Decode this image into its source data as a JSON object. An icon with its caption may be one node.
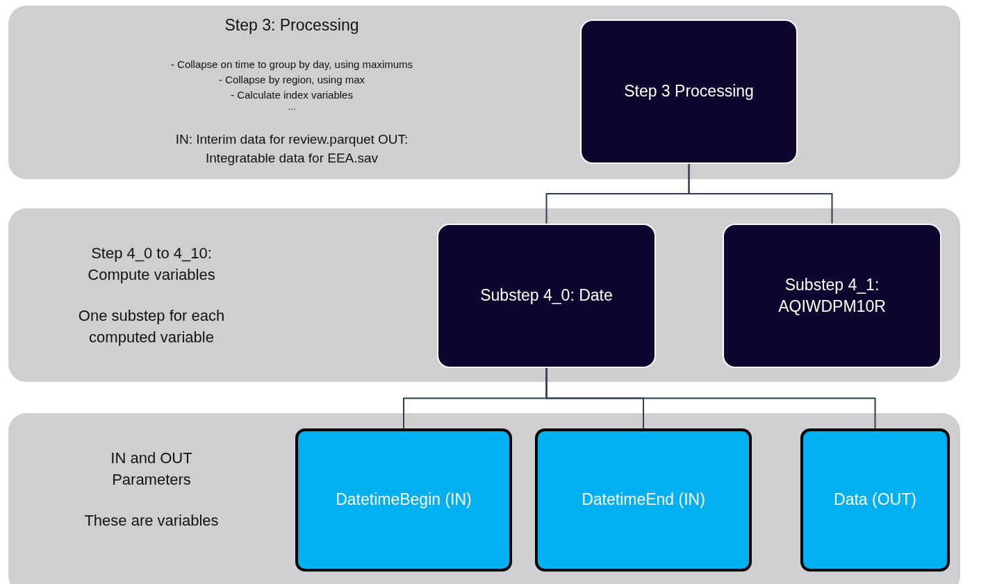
{
  "diagram": {
    "nodes": [
      {
        "text": [
          "Step 3: Processing",
          "- Collapse on time to group by day, using maximums",
          "- Collapse by region, using max",
          "- Calculate index variables",
          "...",
          "IN: Interim data for review.parquet OUT: Integratable data for EEA.sav"
        ]
      },
      {
        "text": [
          "Step 3 Processing"
        ],
        "in": 0
      },
      {
        "text": [
          "Step 4_0 to 4_10: Compute variables",
          "One substep for each computed variable"
        ]
      },
      {
        "text": [
          "Substep 4_0: Date"
        ],
        "in": 2
      },
      {
        "text": [
          "Substep 4_1: AQIWDPM10R"
        ],
        "in": 2
      },
      {
        "text": [
          "IN and OUT Parameters",
          "These are variables"
        ]
      },
      {
        "text": [
          "DatetimeBegin (IN)"
        ],
        "in": 5
      },
      {
        "text": [
          "DatetimeEnd (IN)"
        ],
        "in": 5
      },
      {
        "text": [
          "Data (OUT)"
        ],
        "in": 5
      }
    ],
    "edges": [
      {
        "from": 1,
        "to": 3,
        "arrow": "none"
      },
      {
        "from": 1,
        "to": 4,
        "arrow": "none"
      },
      {
        "from": 3,
        "to": 6,
        "arrow": "none"
      },
      {
        "from": 3,
        "to": 7,
        "arrow": "none"
      },
      {
        "from": 3,
        "to": 8,
        "arrow": "none"
      }
    ]
  }
}
